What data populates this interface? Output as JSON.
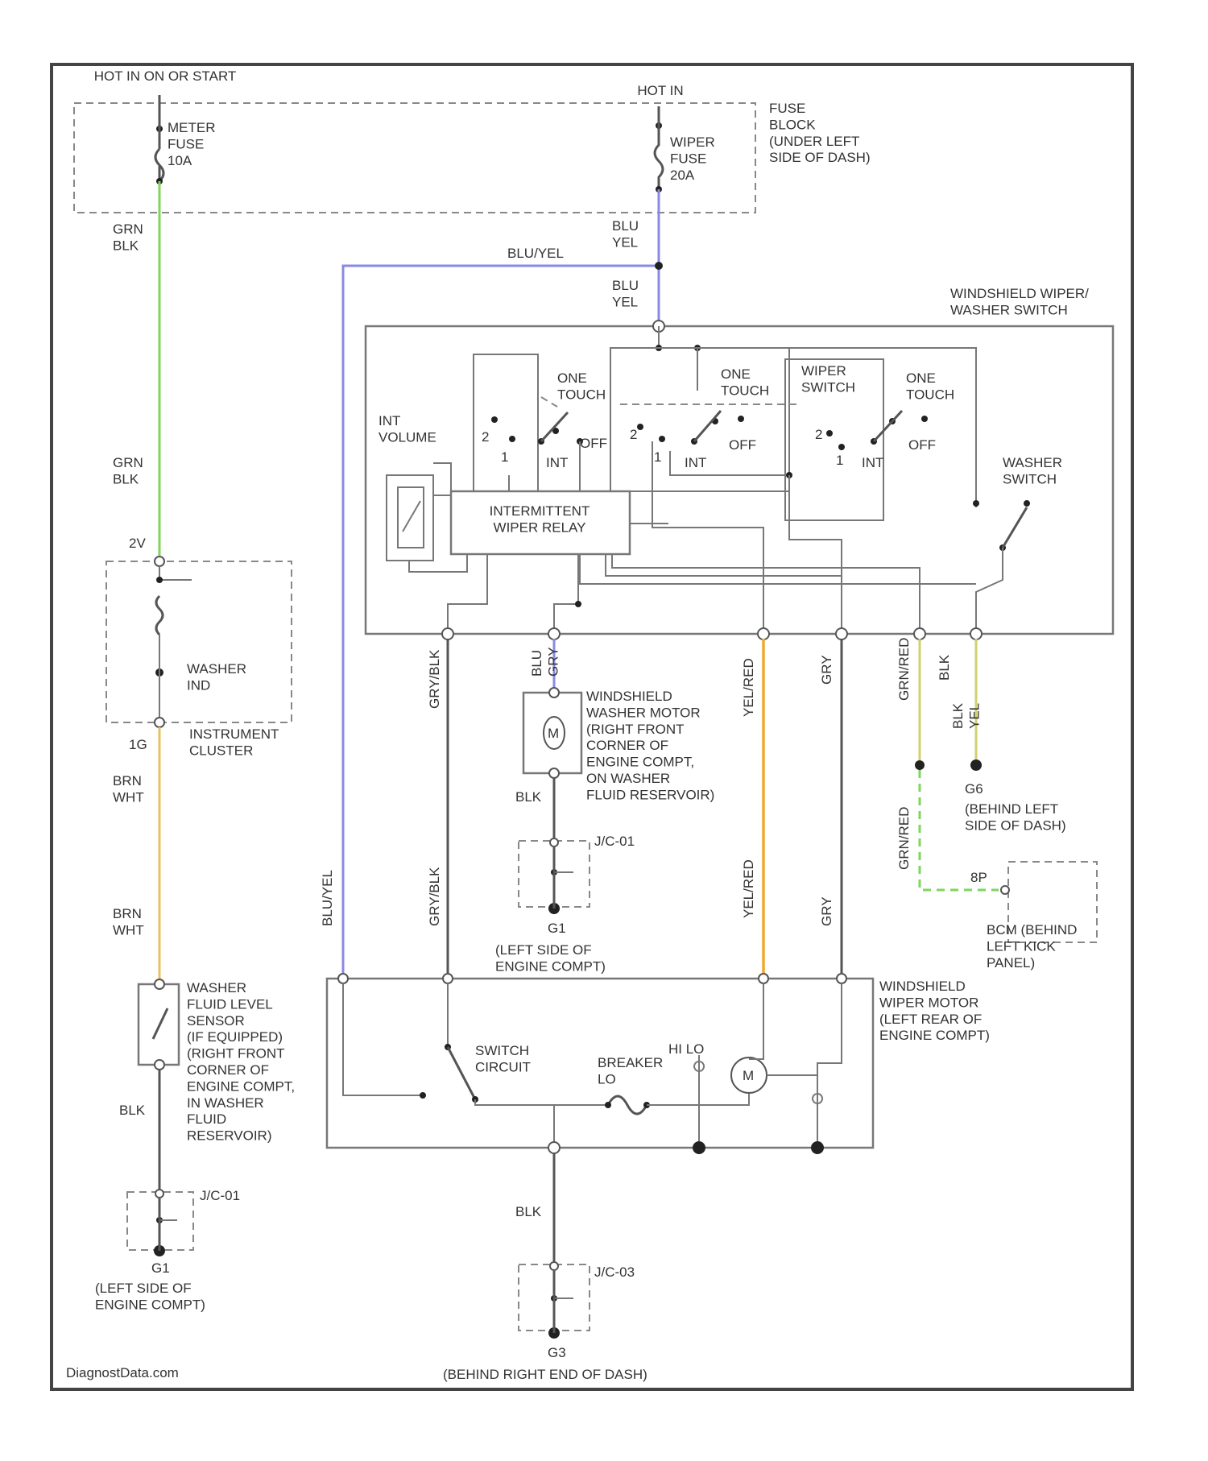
{
  "labels": {
    "hot_start": "HOT IN\nON OR START",
    "hot_in": "HOT IN",
    "meter_fuse": "METER\nFUSE\n10A",
    "wiper_fuse": "WIPER\nFUSE\n20A",
    "fuse_block": "FUSE\nBLOCK\n(UNDER LEFT\nSIDE OF DASH)",
    "grn_blk_1": "GRN\nBLK",
    "grn_blk_2": "GRN\nBLK",
    "blu_yel_top": "BLU/YEL",
    "blu_yel_1": "BLU\nYEL",
    "blu_yel_2": "BLU\nYEL",
    "wiper_switch_title": "WINDSHIELD WIPER/\nWASHER SWITCH",
    "one_touch_1": "ONE\nTOUCH",
    "one_touch_2": "ONE\nTOUCH",
    "one_touch_3": "ONE\nTOUCH",
    "wiper_switch": "WIPER\nSWITCH",
    "int_volume": "INT\nVOLUME",
    "int_wiper_relay": "INTERMITTENT\nWIPER RELAY",
    "washer_switch": "WASHER\nSWITCH",
    "off_1": "OFF",
    "off_2": "OFF",
    "off_3": "OFF",
    "int_1": "INT",
    "int_2": "INT",
    "int_3": "INT",
    "pos_2a": "2",
    "pos_1a": "1",
    "pos_2b": "2",
    "pos_1b": "1",
    "pos_2c": "2",
    "pos_1c": "1",
    "pin_2v": "2V",
    "washer_ind": "WASHER\nIND",
    "instrument_cluster": "INSTRUMENT\nCLUSTER",
    "pin_1g": "1G",
    "brn_wht_1": "BRN\nWHT",
    "brn_wht_2": "BRN\nWHT",
    "wf_sensor": "WASHER\nFLUID LEVEL\nSENSOR\n(IF EQUIPPED)\n(RIGHT FRONT\nCORNER OF\nENGINE COMPT,\nIN WASHER\nFLUID\nRESERVOIR)",
    "blk_1": "BLK",
    "jc1": "J/C-01",
    "g1_left": "G1",
    "left_side_engine_1": "(LEFT SIDE OF\nENGINE COMPT)",
    "gry_blk_1": "GRY/BLK",
    "gry_blk_2": "GRY/BLK",
    "blu_gry": "BLU\nGRY",
    "washer_motor": "WINDSHIELD\nWASHER MOTOR\n(RIGHT FRONT\nCORNER OF\nENGINE COMPT,\nON WASHER\nFLUID RESERVOIR)",
    "blk_2": "BLK",
    "jc2": "J/C-01",
    "g1_mid": "G1",
    "left_side_engine_2": "(LEFT SIDE OF\nENGINE COMPT)",
    "yel_red_1": "YEL/RED",
    "yel_red_2": "YEL/RED",
    "gry_1": "GRY",
    "gry_2": "GRY",
    "grn_red_1": "GRN/RED",
    "grn_red_2": "GRN/RED",
    "blk_3": "BLK",
    "blk_4": "BLK\nYEL",
    "g6": "G6",
    "behind_left_dash": "(BEHIND LEFT\nSIDE OF DASH)",
    "bcm_label": "BCM (BEHIND\nLEFT KICK\nPANEL)",
    "pin_8p": "8P",
    "blu_yel_v": "BLU/YEL",
    "wiper_motor": "WINDSHIELD\nWIPER MOTOR\n(LEFT REAR OF\nENGINE COMPT)",
    "switch_circuit": "SWITCH\nCIRCUIT",
    "breaker": "BREAKER\nLO",
    "hi_lo": "HI  LO",
    "blk_5": "BLK",
    "jc3": "J/C-03",
    "g3": "G3",
    "behind_right_dash": "(BEHIND RIGHT END OF DASH)",
    "watermark": "DiagnostData.com"
  },
  "colors": {
    "grn_blk": "#7ed65a",
    "blu_yel": "#8a8ae6",
    "brn_wht": "#e8c060",
    "yel_red": "#f0a830",
    "grn_red": "#7ed65a",
    "blk_yel": "#d0d070"
  }
}
